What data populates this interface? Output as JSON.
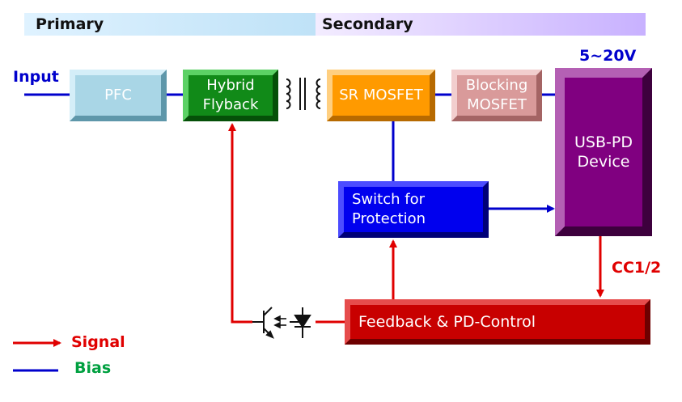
{
  "header": {
    "primary": "Primary",
    "secondary": "Secondary"
  },
  "labels": {
    "input": "Input",
    "output_voltage": "5~20V",
    "cc": "CC1/2"
  },
  "blocks": {
    "pfc": "PFC",
    "flyback_line1": "Hybrid",
    "flyback_line2": "Flyback",
    "sr_mosfet": "SR MOSFET",
    "blocking_line1": "Blocking",
    "blocking_line2": "MOSFET",
    "usb_line1": "USB-PD",
    "usb_line2": "Device",
    "switch_line1": "Switch for",
    "switch_line2": "Protection",
    "feedback": "Feedback & PD-Control"
  },
  "legend": {
    "signal": "Signal",
    "bias": "Bias"
  },
  "colors": {
    "signal": "#e00000",
    "bias": "#0000cc"
  }
}
